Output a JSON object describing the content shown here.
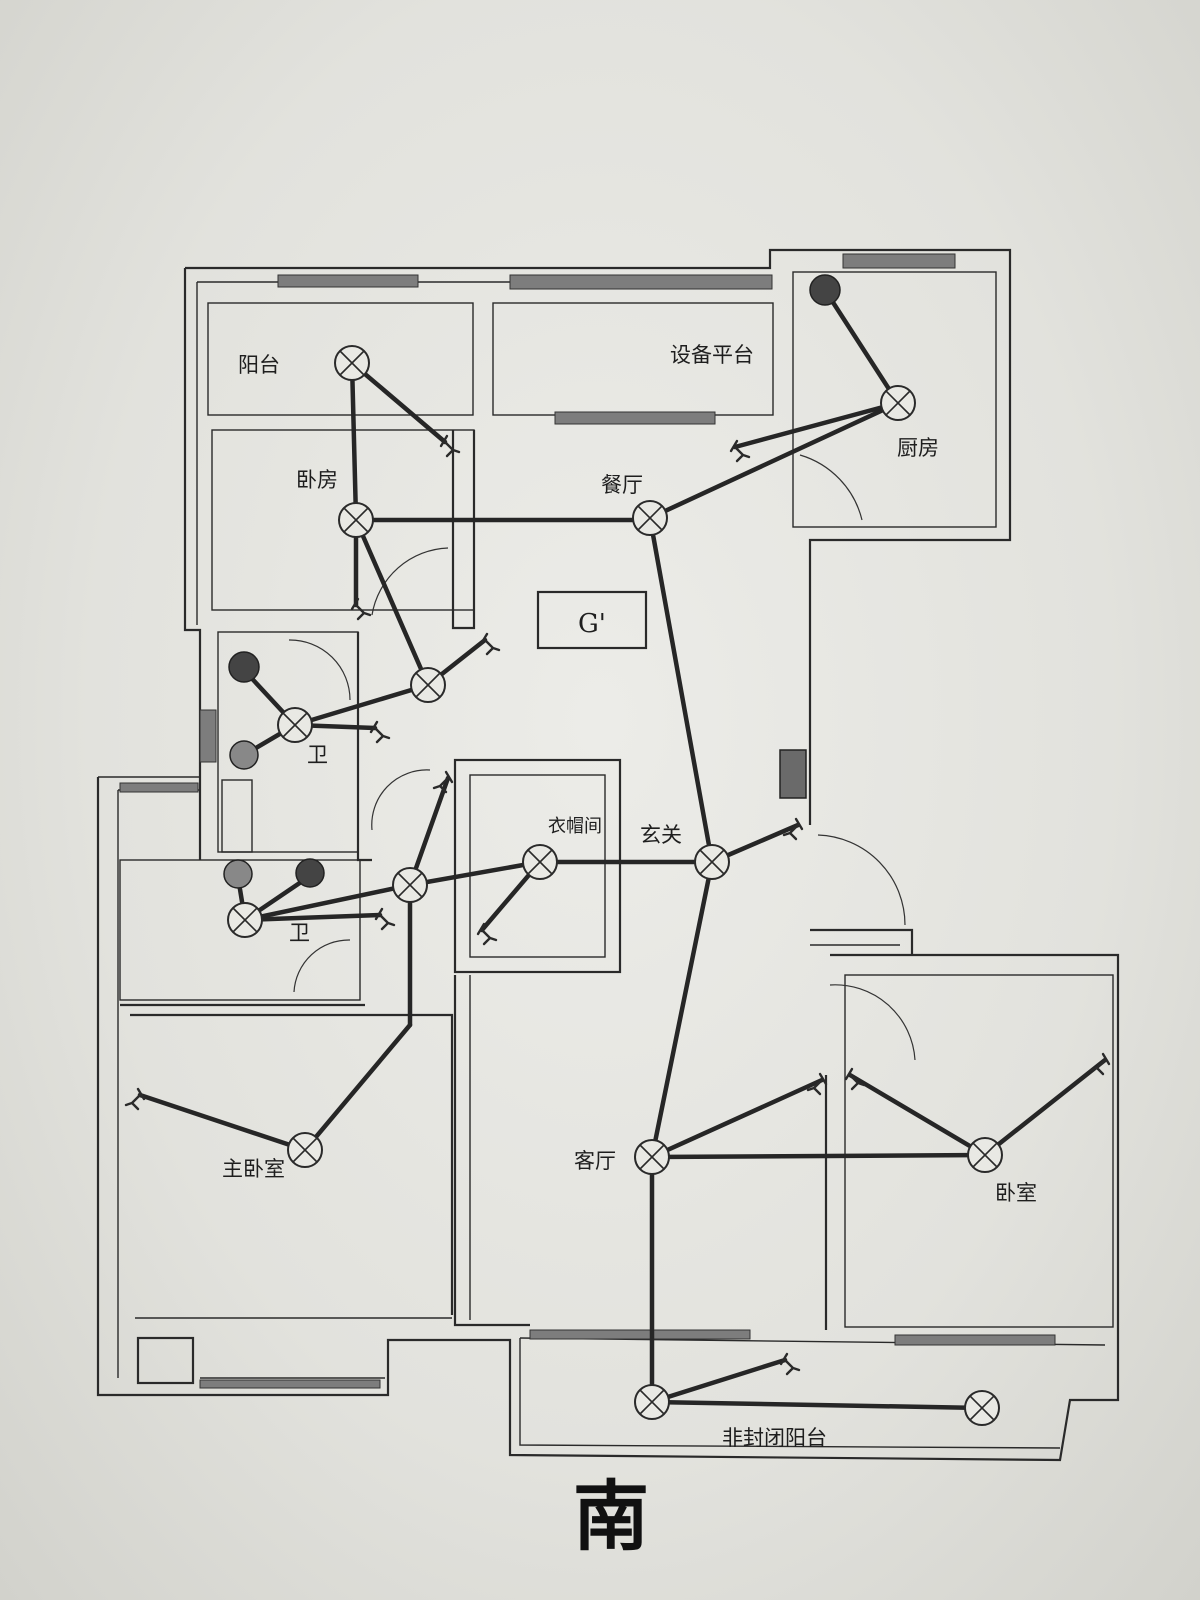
{
  "rooms": {
    "balcony_nw": "阳台",
    "equipment_platform": "设备平台",
    "kitchen": "厨房",
    "bedroom_n": "卧房",
    "dining": "餐厅",
    "bath_upper": "卫",
    "bath_lower": "卫",
    "cloakroom": "衣帽间",
    "entry": "玄关",
    "master_bedroom": "主卧室",
    "living": "客厅",
    "bedroom_e": "卧室",
    "open_balcony": "非封闭阳台"
  },
  "fridge_label": "G'",
  "compass": "南",
  "icons": {
    "ceiling_light": "ceiling-light-icon",
    "wall_light": "wall-light-icon",
    "switch": "light-switch-icon"
  },
  "colors": {
    "paper": "#e6e6e1",
    "ink": "#262626"
  }
}
